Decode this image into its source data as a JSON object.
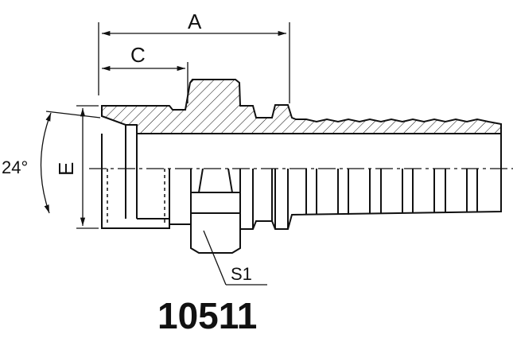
{
  "drawing": {
    "part_number": "10511",
    "labels": {
      "dim_a": "A",
      "dim_c": "C",
      "dim_e": "E",
      "angle": "24°",
      "hex": "S1"
    },
    "colors": {
      "line": "#111111",
      "background": "#ffffff"
    }
  }
}
